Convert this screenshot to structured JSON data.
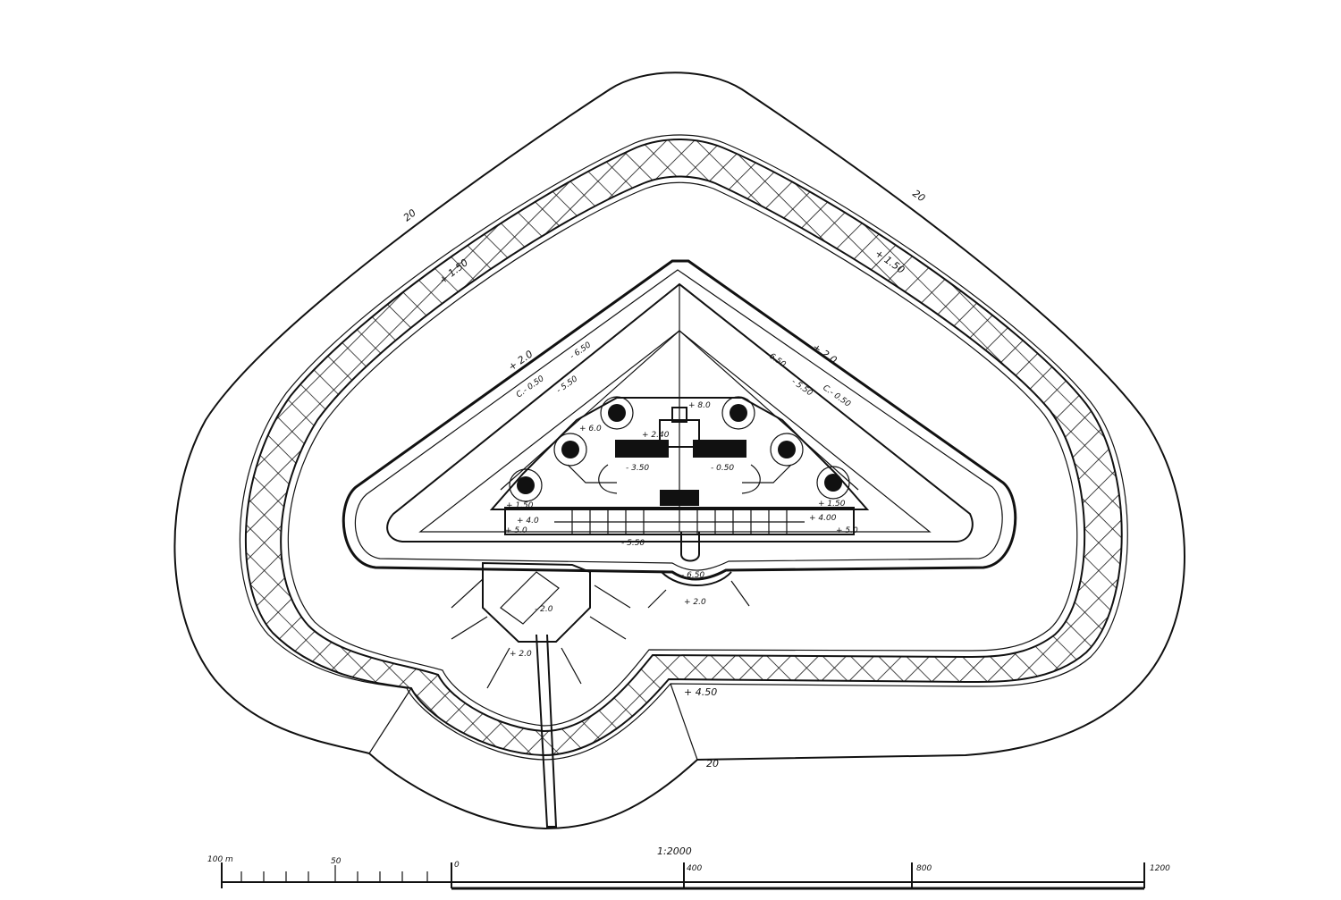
{
  "plan": {
    "scale_title": "1:2000",
    "outer_labels": {
      "left_glacis": "20",
      "right_glacis": "20",
      "bottom_right": "20"
    },
    "ditch_labels": {
      "left_crest": "+ 1.50",
      "right_crest": "+ 1.50",
      "bottom_ditch": "+ 4.50"
    },
    "rampart_labels": {
      "left_top": "+ 2.0",
      "right_top": "+ 2.0",
      "left_a": "- 6.50",
      "left_b": "C.- 0.50",
      "left_c": "- 5.50",
      "right_a": "- 6.50",
      "right_b": "- 5.50",
      "right_c": "C.- 0.50"
    },
    "court_labels": {
      "center_top": "+ 8.0",
      "center_left": "+ 2.40",
      "left_low": "+ 6.0",
      "left_4": "+ 4.0",
      "left_5": "+ 5.0",
      "left_150": "+ 1.50",
      "right_4": "+ 4.00",
      "right_5": "+ 5.0",
      "right_150": "+ 1.50",
      "bottom_center": "- 5.50",
      "center_a": "- 3.50",
      "center_b": "- 0.50"
    },
    "gorge_labels": {
      "gate": "- 2.0",
      "gate_low": "+ 2.0",
      "caponier": "- 6.50",
      "caponier_low": "+ 2.0"
    }
  },
  "scale_bar": {
    "labels": [
      "100 m",
      "50",
      "0",
      "400",
      "800",
      "1200"
    ]
  }
}
